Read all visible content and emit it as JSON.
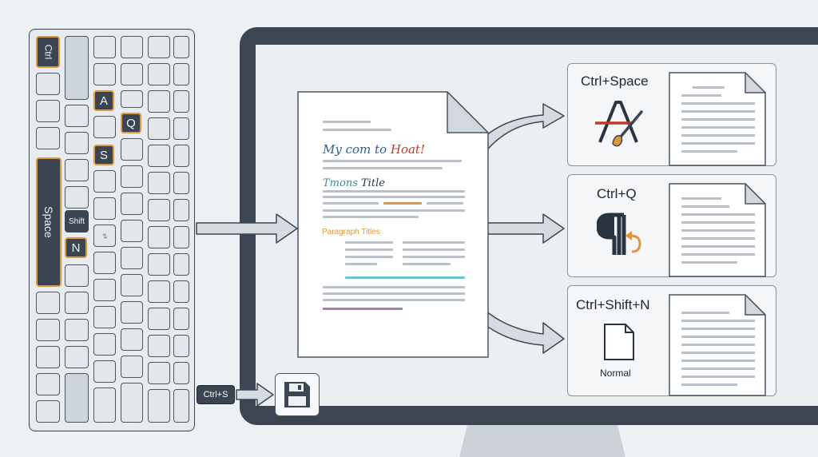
{
  "keyboard": {
    "ctrl": "Ctrl",
    "a": "A",
    "q": "Q",
    "s": "S",
    "space": "Space",
    "shift": "Shift",
    "n": "N",
    "fn_glyph": "⇄"
  },
  "document": {
    "heading_part1": "My com to ",
    "heading_part2": "Hoat!",
    "subtitle_part1": "Tmons ",
    "subtitle_part2": "Title",
    "paragraph_title": "Paragraph Titles"
  },
  "cards": [
    {
      "shortcut": "Ctrl+Space",
      "icon": "clear-formatting-icon"
    },
    {
      "shortcut": "Ctrl+Q",
      "icon": "paragraph-reset-icon"
    },
    {
      "shortcut": "Ctrl+Shift+N",
      "icon": "document-icon",
      "caption": "Normal"
    }
  ],
  "save": {
    "shortcut": "Ctrl+S",
    "icon": "save-icon"
  },
  "colors": {
    "dark": "#3b4652",
    "highlight": "#e09a3a",
    "arrow_fill": "#d6dbe1",
    "heading_blue": "#2f5d8a",
    "heading_red": "#c0392b",
    "teal": "#3a8a92",
    "orange": "#e0953a",
    "purple": "#a77bb8",
    "cyan": "#6cc4cc"
  }
}
